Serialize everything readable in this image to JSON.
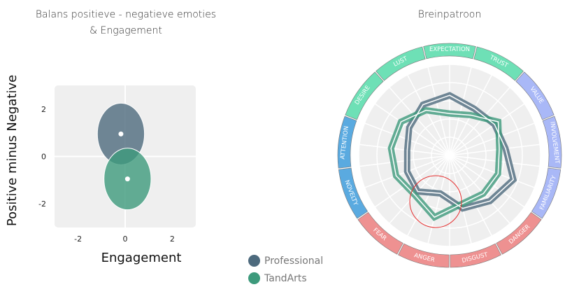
{
  "chart_data": [
    {
      "type": "scatter",
      "title": "Balans positieve - negatieve emoties\n& Engagement",
      "title_lines": [
        "Balans positieve - negatieve emoties",
        "& Engagement"
      ],
      "xlabel": "Engagement",
      "ylabel": "Positive minus Negative",
      "xlim": [
        -3,
        3
      ],
      "ylim": [
        -3,
        3
      ],
      "xticks": [
        "-2",
        "0",
        "2"
      ],
      "yticks": [
        "2",
        "0",
        "-2"
      ],
      "series": [
        {
          "name": "Professional",
          "color": "#4d6a7d",
          "x": -0.18,
          "y": 0.95,
          "sd_x": 1.0,
          "sd_y": 1.3
        },
        {
          "name": "TandArts",
          "color": "#3d9a7c",
          "x": 0.1,
          "y": -0.95,
          "sd_x": 1.0,
          "sd_y": 1.3
        }
      ]
    },
    {
      "type": "radar",
      "title": "Breinpatroon",
      "axes": [
        "EXPECTATION",
        "TRUST",
        "VALUE",
        "INVOLVEMENT",
        "FAMILIARITY",
        "DANGER",
        "DISGUST",
        "ANGER",
        "FEAR",
        "NOVELTY",
        "ATTENTION",
        "DESIRE",
        "LUST"
      ],
      "axis_colors": [
        "#6ee0b6",
        "#6ee0b6",
        "#a9b8f7",
        "#a9b8f7",
        "#a9b8f7",
        "#ee9191",
        "#ee9191",
        "#ee9191",
        "#ee9191",
        "#5aaae0",
        "#5aaae0",
        "#6ee0b6",
        "#6ee0b6"
      ],
      "range": [
        0,
        1
      ],
      "series": [
        {
          "name": "Professional",
          "color": "#4d6a7d",
          "values": [
            0.66,
            0.58,
            0.6,
            0.62,
            0.75,
            0.67,
            0.6,
            0.43,
            0.53,
            0.5,
            0.47,
            0.54,
            0.63
          ]
        },
        {
          "name": "TandArts",
          "color": "#3d9a7c",
          "values": [
            0.46,
            0.5,
            0.65,
            0.55,
            0.57,
            0.56,
            0.55,
            0.7,
            0.58,
            0.63,
            0.65,
            0.65,
            0.56
          ]
        }
      ],
      "highlight_color": "#e53030"
    }
  ],
  "legend": [
    {
      "label": "Professional",
      "color": "#4d6a7d"
    },
    {
      "label": "TandArts",
      "color": "#3d9a7c"
    }
  ]
}
